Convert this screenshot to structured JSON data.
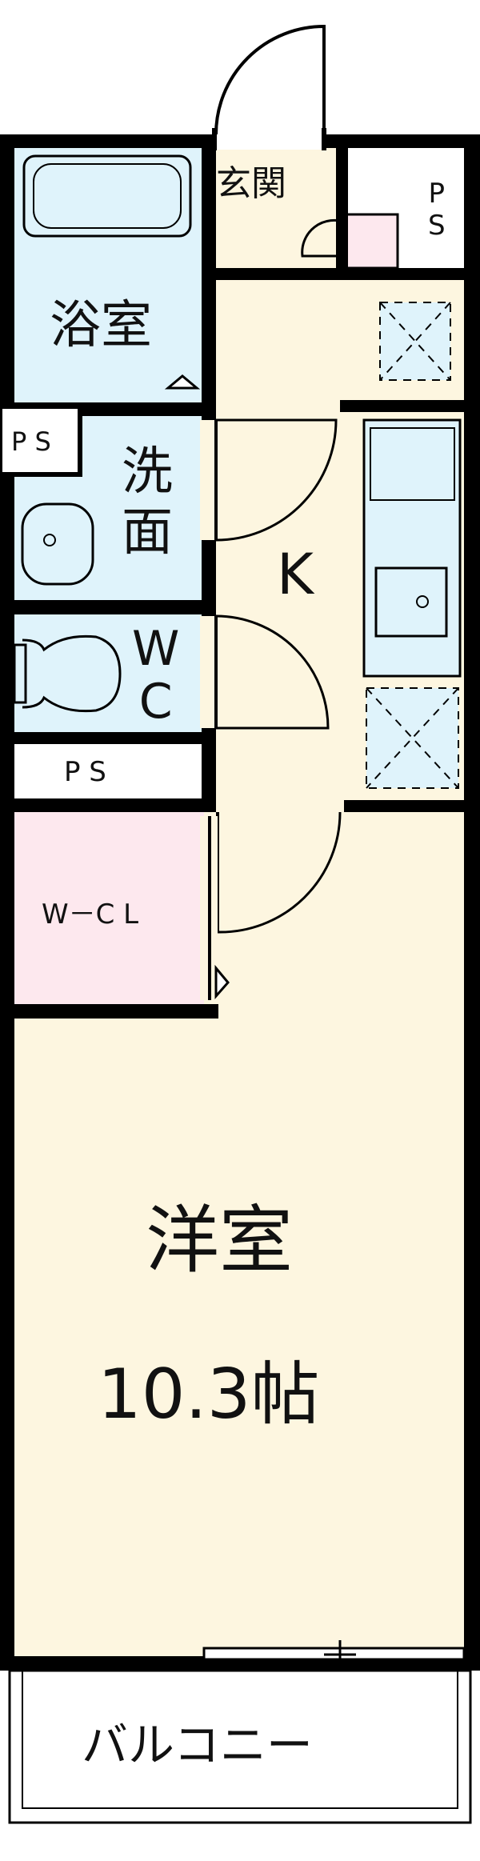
{
  "rooms": {
    "entrance": "玄関",
    "ps_top": [
      "P",
      "S"
    ],
    "bath": "浴室",
    "ps_left": "P S",
    "washroom": [
      "洗",
      "面"
    ],
    "kitchen": "K",
    "toilet": [
      "W",
      "C"
    ],
    "ps_mid": "P S",
    "closet": "W－C L",
    "western_room": "洋室",
    "western_room_size": "10.3帖",
    "balcony": "バルコニー"
  },
  "colors": {
    "wall": "#000000",
    "bath": "#dff3fb",
    "floor": "#fdf6e0",
    "closet": "#fde8ee",
    "white": "#ffffff"
  }
}
